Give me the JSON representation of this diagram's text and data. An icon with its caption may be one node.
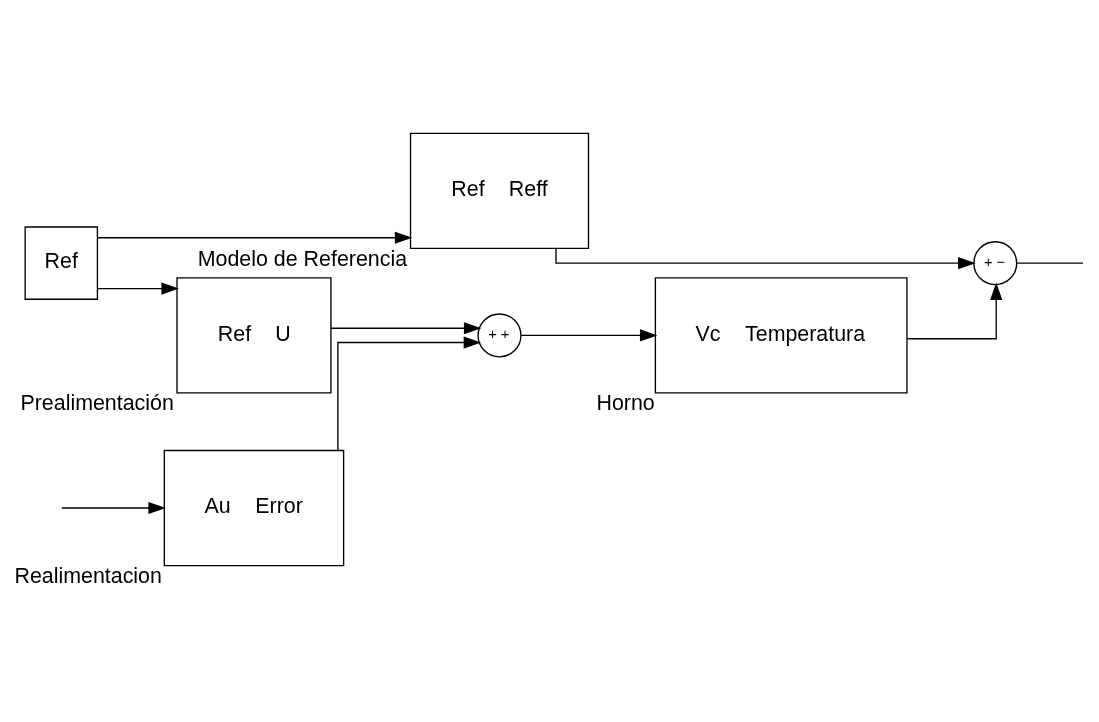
{
  "diagram": {
    "nodes": [
      {
        "text": [
          "Ref"
        ]
      },
      {
        "text": [
          "Ref",
          "U"
        ],
        "beside": [
          "Prealimentación"
        ]
      },
      {
        "text": [
          "+",
          "+"
        ]
      },
      {
        "text": [
          "Vc",
          "Temperatura"
        ],
        "beside": [
          "Horno"
        ]
      },
      {
        "text": [
          "+",
          "−"
        ]
      },
      {
        "text": [
          "Ref",
          "Reff"
        ],
        "beside": [
          "Modelo de Referencia"
        ]
      },
      {
        "text": [
          "Au",
          "Error"
        ],
        "beside": [
          "Realimentacion"
        ]
      }
    ],
    "edges": [
      {
        "from": 0,
        "to": 1,
        "arrow": "to"
      },
      {
        "from": 0,
        "to": 5,
        "arrow": "to"
      },
      {
        "from": 1,
        "to": 2,
        "arrow": "to"
      },
      {
        "from": 2,
        "to": 3,
        "arrow": "to"
      },
      {
        "from": 3,
        "to": 4,
        "arrow": "to"
      },
      {
        "from": 5,
        "to": 4,
        "arrow": "to"
      },
      {
        "from": 4,
        "to": null,
        "arrow": "none"
      },
      {
        "from": null,
        "to": 6,
        "arrow": "to"
      },
      {
        "from": 6,
        "to": 2,
        "arrow": "to"
      }
    ]
  }
}
